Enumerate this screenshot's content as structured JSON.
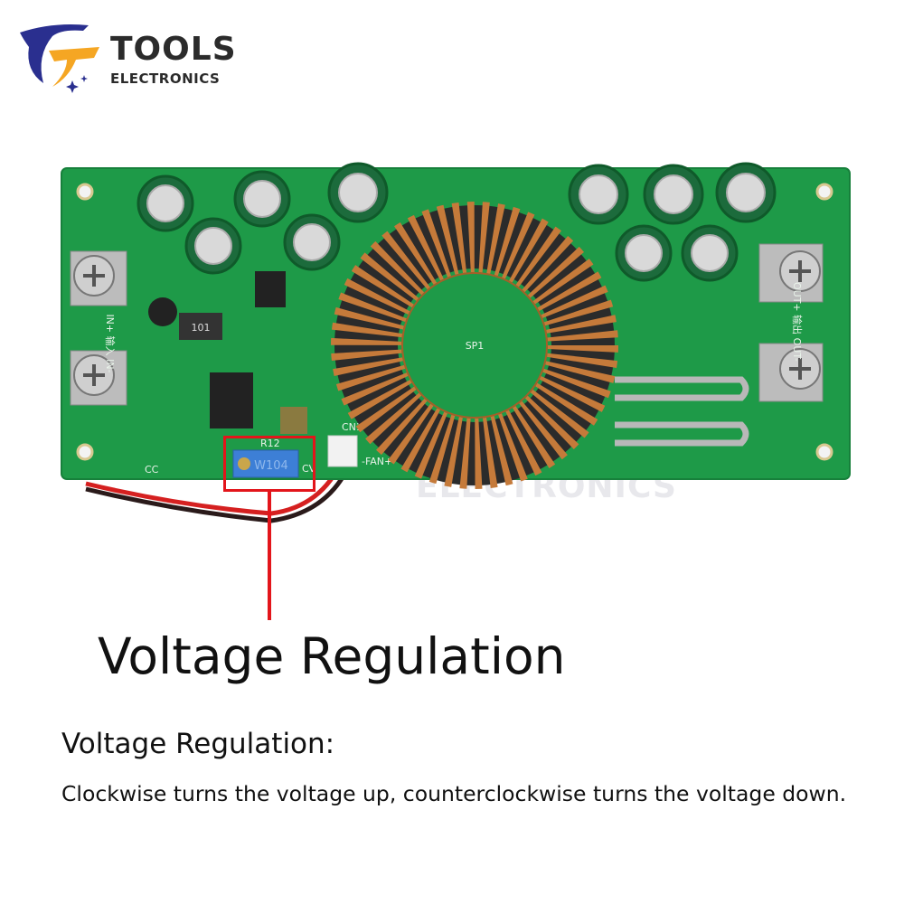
{
  "brand": {
    "name_line1": "TOOLS",
    "name_line2": "ELECTRONICS",
    "colors": {
      "primary": "#2a2f8f",
      "accent": "#f5a623",
      "text": "#2b2b2b"
    }
  },
  "board": {
    "pcb_color": "#1e9a48",
    "potentiometer_marking": "W104",
    "labels": {
      "input": "IN+ 输入 IN-",
      "output": "OUT+ 输出 OUT-",
      "fan": "-FAN+",
      "cv": "CV",
      "cc": "CC",
      "cn1": "CN1",
      "inductor": "101",
      "sp1": "SP1",
      "r12": "R12"
    },
    "watermark": "ELECTRONICS"
  },
  "callout": {
    "color": "#e3151b",
    "title": "Voltage Regulation"
  },
  "description": {
    "heading": "Voltage Regulation:",
    "text": "Clockwise turns the voltage up, counterclockwise turns the voltage down."
  }
}
